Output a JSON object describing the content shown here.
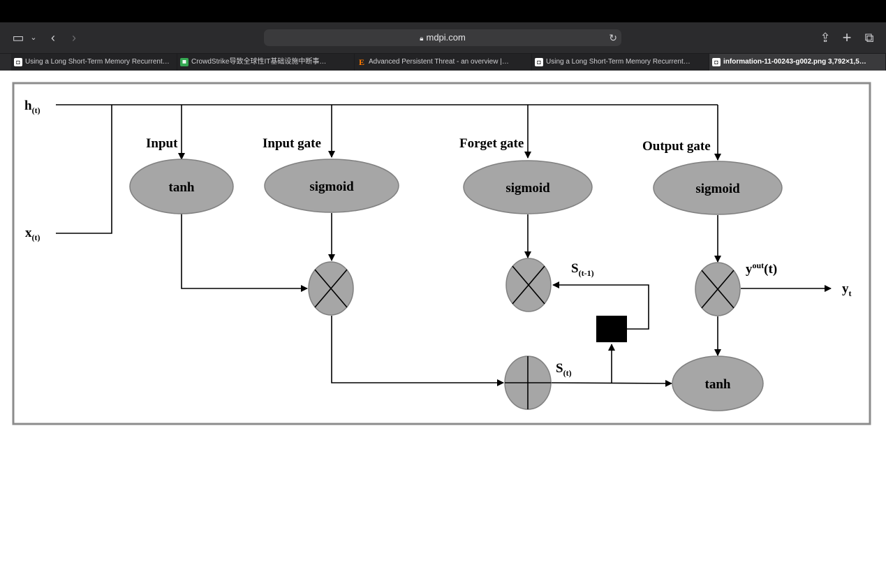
{
  "browser": {
    "url": "mdpi.com",
    "tabs": [
      {
        "label": "Using a Long Short-Term Memory Recurrent…",
        "icon": "document-icon"
      },
      {
        "label": "CrowdStrike导致全球性IT基础设施中断事…",
        "icon": "green-site-icon"
      },
      {
        "label": "Advanced Persistent Threat - an overview |…",
        "icon": "elsevier-icon"
      },
      {
        "label": "Using a Long Short-Term Memory Recurrent…",
        "icon": "document-icon"
      },
      {
        "label": "information-11-00243-g002.png 3,792×1,5…",
        "icon": "document-icon"
      }
    ],
    "active_tab": 4
  },
  "diagram": {
    "h_in": "h",
    "h_sub": "(t)",
    "x_in": "x",
    "x_sub": "(t)",
    "labels": {
      "input": "Input",
      "input_gate": "Input gate",
      "forget_gate": "Forget gate",
      "output_gate": "Output gate"
    },
    "nodes": {
      "tanh_input": "tanh",
      "sigmoid_input": "sigmoid",
      "sigmoid_forget": "sigmoid",
      "sigmoid_output": "sigmoid",
      "tanh_output": "tanh"
    },
    "s_prev": "S",
    "s_prev_sub": "(t-1)",
    "s_cur": "S",
    "s_cur_sub": "(t)",
    "y_out": "y",
    "y_out_sup": "out",
    "y_out_tail": "(t)",
    "y_t": "y",
    "y_t_sub": "t"
  }
}
